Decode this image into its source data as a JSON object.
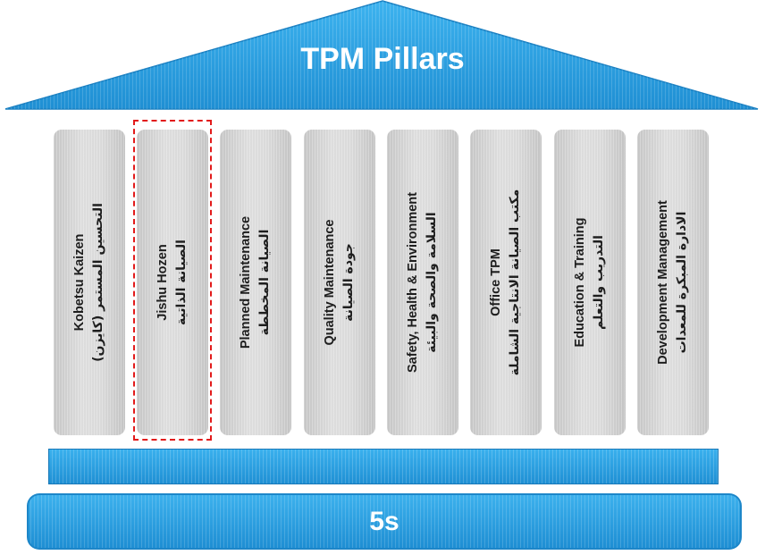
{
  "roof": {
    "title": "TPM Pillars",
    "color": "#2aa0e3"
  },
  "pillars": [
    {
      "en": "Kobetsu Kaizen",
      "ar": "التحسين المستمر (كايزن)",
      "highlighted": false
    },
    {
      "en": "Jishu Hozen",
      "ar": "الصيانة الذاتية",
      "highlighted": true
    },
    {
      "en": "Planned Maintenance",
      "ar": "الصيانة المخططة",
      "highlighted": false
    },
    {
      "en": "Quality Maintenance",
      "ar": "جودة الصيانة",
      "highlighted": false
    },
    {
      "en": "Safety, Health & Environment",
      "ar": "السلامة والصحة والبيئة",
      "highlighted": false
    },
    {
      "en": "Office TPM",
      "ar": "مكتب الصيانة الانتاجية الشاملة",
      "highlighted": false
    },
    {
      "en": "Education & Training",
      "ar": "التدريب والتعلم",
      "highlighted": false
    },
    {
      "en": "Development Management",
      "ar": "الادارة المبكرة للمعدات",
      "highlighted": false
    }
  ],
  "base": {
    "label": "5s",
    "color": "#2ea2e4"
  },
  "highlight_color": "#e21b1b"
}
